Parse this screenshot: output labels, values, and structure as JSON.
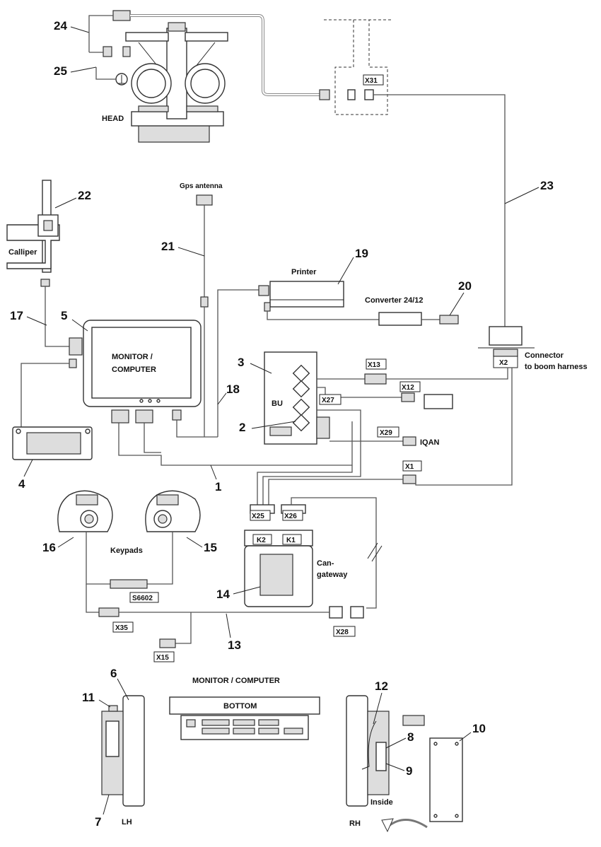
{
  "labels": {
    "head": "HEAD",
    "gps_antenna": "Gps antenna",
    "calliper": "Calliper",
    "printer": "Printer",
    "converter": "Converter 24/12",
    "connector_to_boom_line1": "Connector",
    "connector_to_boom_line2": "to boom harness",
    "monitor_line1": "MONITOR /",
    "monitor_line2": "COMPUTER",
    "bu": "BU",
    "iqan": "IQAN",
    "keypads": "Keypads",
    "cangateway_line1": "Can-",
    "cangateway_line2": "gateway",
    "monitor_computer_title": "MONITOR / COMPUTER",
    "bottom": "BOTTOM",
    "lh": "LH",
    "rh": "RH",
    "inside": "Inside"
  },
  "connectors": {
    "x31": "X31",
    "x2": "X2",
    "x13": "X13",
    "x12": "X12",
    "x27": "X27",
    "x29": "X29",
    "x1": "X1",
    "x25": "X25",
    "x26": "X26",
    "k2": "K2",
    "k1": "K1",
    "s6602": "S6602",
    "x35": "X35",
    "x28": "X28",
    "x15": "X15"
  },
  "numbers": {
    "n1": "1",
    "n2": "2",
    "n3": "3",
    "n4": "4",
    "n5": "5",
    "n6": "6",
    "n7": "7",
    "n8": "8",
    "n9": "9",
    "n10": "10",
    "n11": "11",
    "n12": "12",
    "n13": "13",
    "n14": "14",
    "n15": "15",
    "n16": "16",
    "n17": "17",
    "n18": "18",
    "n19": "19",
    "n20": "20",
    "n21": "21",
    "n22": "22",
    "n23": "23",
    "n24": "24",
    "n25": "25"
  }
}
